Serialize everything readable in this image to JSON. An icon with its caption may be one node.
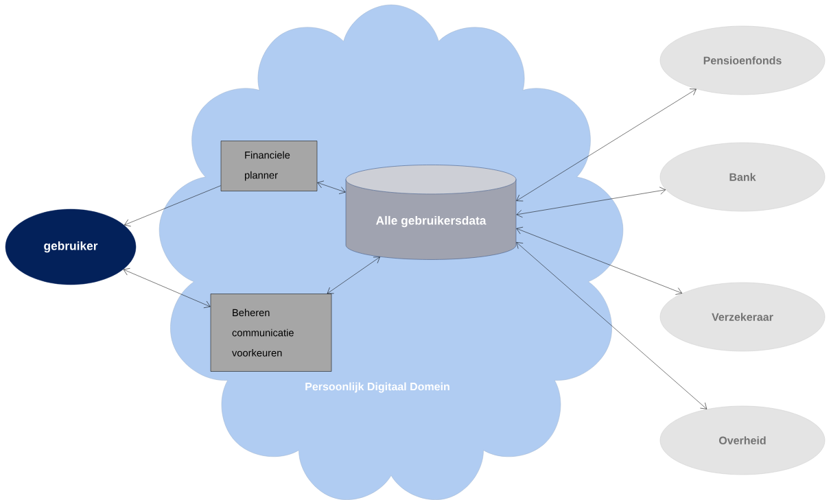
{
  "diagram": {
    "nodes": [
      {
        "text": [
          "Persoonlijk Digitaal Domein"
        ]
      },
      {
        "text": [
          "gebruiker"
        ]
      },
      {
        "text": [
          "Financiele planner"
        ],
        "in": 0
      },
      {
        "text": [
          "Alle gebruikersdata"
        ],
        "in": 0
      },
      {
        "text": [
          "Beheren communicatie voorkeuren"
        ],
        "in": 0
      },
      {
        "text": [
          "Pensioenfonds"
        ]
      },
      {
        "text": [
          "Bank"
        ]
      },
      {
        "text": [
          "Verzekeraar"
        ]
      },
      {
        "text": [
          "Overheid"
        ]
      }
    ],
    "edges": [
      {
        "from": 2,
        "to": 1,
        "arrow": "to"
      },
      {
        "from": 1,
        "to": 4,
        "arrow": "both"
      },
      {
        "from": 2,
        "to": 3,
        "arrow": "both"
      },
      {
        "from": 3,
        "to": 4,
        "arrow": "both"
      },
      {
        "from": 3,
        "to": 5,
        "arrow": "both"
      },
      {
        "from": 3,
        "to": 6,
        "arrow": "both"
      },
      {
        "from": 3,
        "to": 7,
        "arrow": "both"
      },
      {
        "from": 3,
        "to": 8,
        "arrow": "both"
      }
    ]
  }
}
